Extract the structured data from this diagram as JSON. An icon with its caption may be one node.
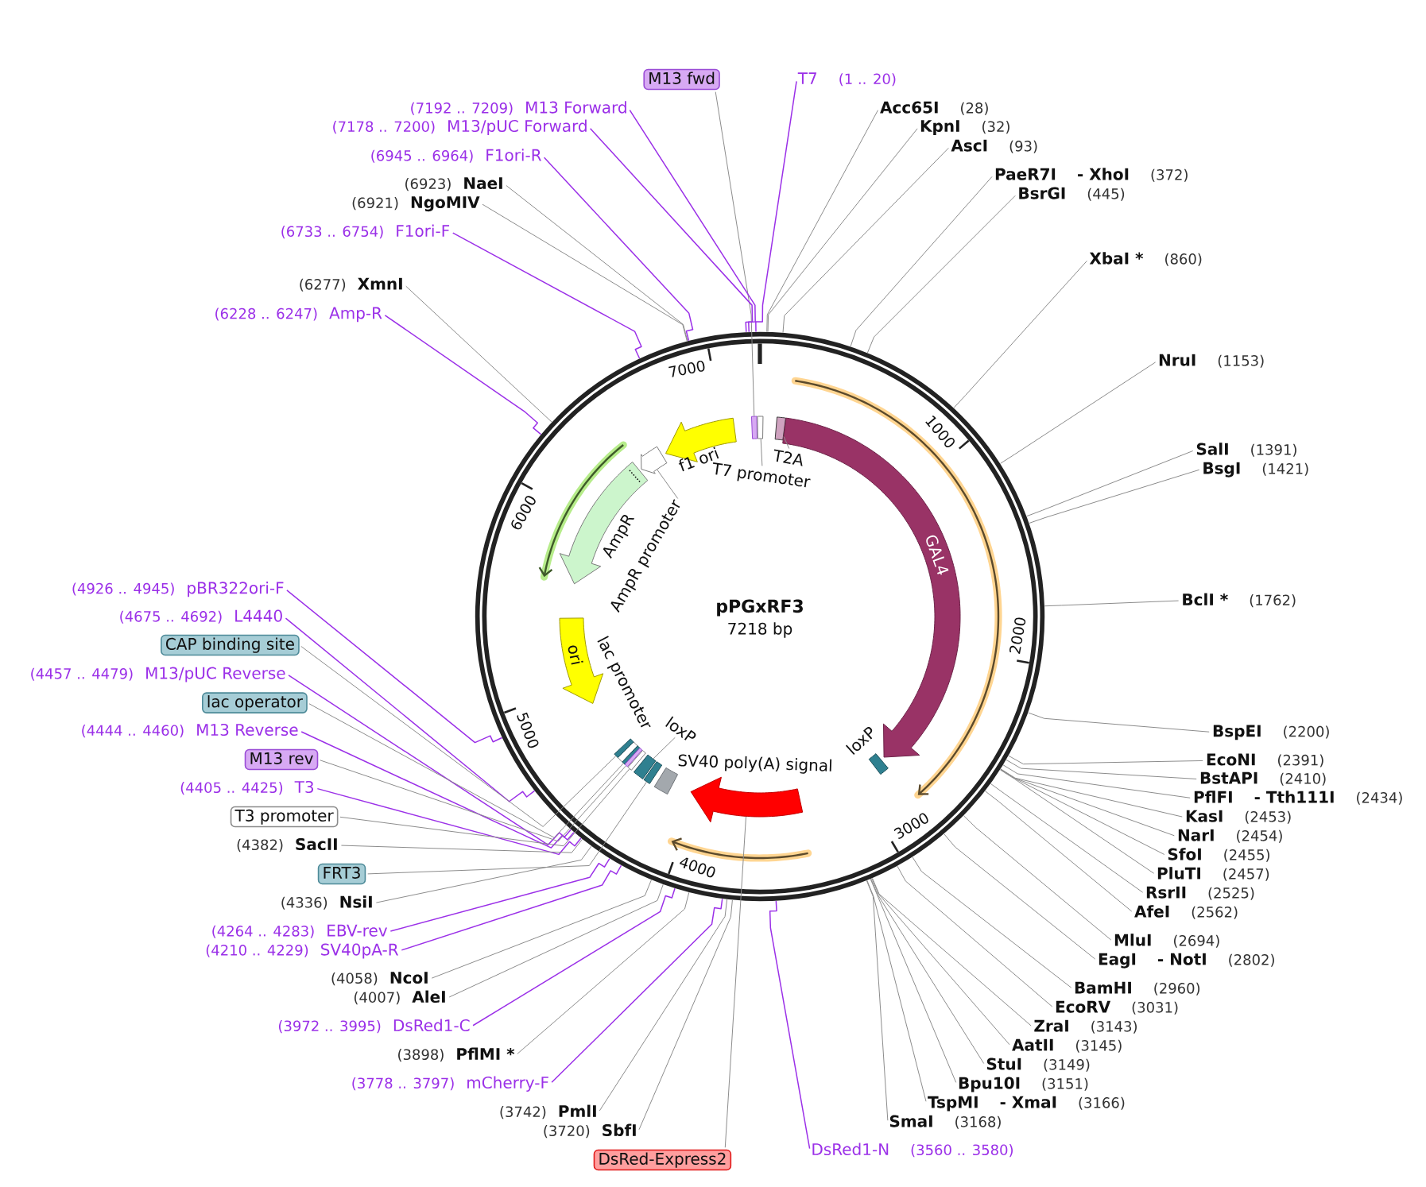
{
  "diagram": {
    "title": "pPGxRF3",
    "nodes": [
      {
        "text": [
          "M13 fwd"
        ]
      },
      {
        "text": [
          "T7",
          "(1 .. 20)"
        ]
      },
      {
        "text": [
          "(7192 .. 7209)",
          "M13 Forward"
        ]
      },
      {
        "text": [
          "(7178 .. 7200)",
          "M13/pUC Forward"
        ]
      },
      {
        "text": [
          "(6945 .. 6964)",
          "F1ori-R"
        ]
      },
      {
        "text": [
          "(6923)",
          "NaeI"
        ]
      },
      {
        "text": [
          "(6921)",
          "NgoMIV"
        ]
      },
      {
        "text": [
          "(6733 .. 6754)",
          "F1ori-F"
        ]
      },
      {
        "text": [
          "(6277)",
          "XmnI"
        ]
      },
      {
        "text": [
          "(6228 .. 6247)",
          "Amp-R"
        ]
      },
      {
        "text": [
          "Acc65I",
          "(28)"
        ]
      },
      {
        "text": [
          "KpnI",
          "(32)"
        ]
      },
      {
        "text": [
          "AscI",
          "(93)"
        ]
      },
      {
        "text": [
          "PaeR7I",
          "- XhoI",
          "(372)"
        ]
      },
      {
        "text": [
          "BsrGI",
          "(445)"
        ]
      },
      {
        "text": [
          "XbaI *",
          "(860)"
        ]
      },
      {
        "text": [
          "NruI",
          "(1153)"
        ]
      },
      {
        "text": [
          "SalI",
          "(1391)"
        ]
      },
      {
        "text": [
          "BsgI",
          "(1421)"
        ]
      },
      {
        "text": [
          "BclI *",
          "(1762)"
        ]
      },
      {
        "text": [
          "(4926 .. 4945)",
          "pBR322ori-F"
        ]
      },
      {
        "text": [
          "(4675 .. 4692)",
          "L4440"
        ]
      },
      {
        "text": [
          "CAP binding site"
        ]
      },
      {
        "text": [
          "(4457 .. 4479)",
          "M13/pUC Reverse"
        ]
      },
      {
        "text": [
          "lac operator"
        ]
      },
      {
        "text": [
          "(4444 .. 4460)",
          "M13 Reverse"
        ]
      },
      {
        "text": [
          "M13 rev"
        ]
      },
      {
        "text": [
          "(4405 .. 4425)",
          "T3"
        ]
      },
      {
        "text": [
          "T3 promoter"
        ]
      },
      {
        "text": [
          "(4382)",
          "SacII"
        ]
      },
      {
        "text": [
          "FRT3"
        ]
      },
      {
        "text": [
          "(4336)",
          "NsiI"
        ]
      },
      {
        "text": [
          "(4264 .. 4283)",
          "EBV-rev"
        ]
      },
      {
        "text": [
          "(4210 .. 4229)",
          "SV40pA-R"
        ]
      },
      {
        "text": [
          "(4058)",
          "NcoI"
        ]
      },
      {
        "text": [
          "(4007)",
          "AleI"
        ]
      },
      {
        "text": [
          "(3972 .. 3995)",
          "DsRed1-C"
        ]
      },
      {
        "text": [
          "(3898)",
          "PflMI *"
        ]
      },
      {
        "text": [
          "(3778 .. 3797)",
          "mCherry-F"
        ]
      },
      {
        "text": [
          "(3742)",
          "PmlI"
        ]
      },
      {
        "text": [
          "(3720)",
          "SbfI"
        ]
      },
      {
        "text": [
          "BspEI",
          "(2200)"
        ]
      },
      {
        "text": [
          "EcoNI",
          "(2391)"
        ]
      },
      {
        "text": [
          "BstAPI",
          "(2410)"
        ]
      },
      {
        "text": [
          "PflFI",
          "- Tth111I",
          "(2434)"
        ]
      },
      {
        "text": [
          "KasI",
          "(2453)"
        ]
      },
      {
        "text": [
          "NarI",
          "(2454)"
        ]
      },
      {
        "text": [
          "SfoI",
          "(2455)"
        ]
      },
      {
        "text": [
          "PluTI",
          "(2457)"
        ]
      },
      {
        "text": [
          "RsrII",
          "(2525)"
        ]
      },
      {
        "text": [
          "AfeI",
          "(2562)"
        ]
      },
      {
        "text": [
          "MluI",
          "(2694)"
        ]
      },
      {
        "text": [
          "EagI",
          "- NotI",
          "(2802)"
        ]
      },
      {
        "text": [
          "BamHI",
          "(2960)"
        ]
      },
      {
        "text": [
          "EcoRV",
          "(3031)"
        ]
      },
      {
        "text": [
          "ZraI",
          "(3143)"
        ]
      },
      {
        "text": [
          "AatII",
          "(3145)"
        ]
      },
      {
        "text": [
          "StuI",
          "(3149)"
        ]
      },
      {
        "text": [
          "Bpu10I",
          "(3151)"
        ]
      },
      {
        "text": [
          "TspMI",
          "- XmaI",
          "(3166)"
        ]
      },
      {
        "text": [
          "SmaI",
          "(3168)"
        ]
      },
      {
        "text": [
          "DsRed-Express2"
        ]
      },
      {
        "text": [
          "DsRed1-N",
          "(3560 .. 3580)"
        ]
      },
      {
        "text": [],
        "shape": "circle"
      },
      {
        "text": [],
        "shape": "arrow",
        "beside": [
          "f1 ori"
        ],
        "in": 63
      },
      {
        "text": [],
        "shape": "box",
        "in": 63
      },
      {
        "text": [],
        "shape": "box",
        "in": 63
      },
      {
        "text": [
          "T7 promoter"
        ],
        "in": 63
      },
      {
        "text": [],
        "shape": "box",
        "in": 63
      },
      {
        "text": [
          "T2A"
        ],
        "in": 63
      },
      {
        "text": [
          "GAL4"
        ],
        "in": 63
      },
      {
        "text": [],
        "shape": "arrow",
        "in": 63
      },
      {
        "text": [
          "AmpR promoter"
        ],
        "in": 63
      },
      {
        "text": [],
        "shape": "arrow",
        "beside": [
          "AmpR"
        ],
        "in": 63
      },
      {
        "text": [
          "ori"
        ],
        "in": 63
      },
      {
        "text": [],
        "shape": "box",
        "in": 63
      },
      {
        "text": [],
        "shape": "box",
        "in": 63
      },
      {
        "text": [],
        "shape": "box",
        "in": 63
      },
      {
        "text": [],
        "shape": "box",
        "in": 63
      },
      {
        "text": [],
        "shape": "box",
        "in": 63
      },
      {
        "text": [],
        "shape": "box",
        "in": 63
      },
      {
        "text": [
          "loxP"
        ],
        "in": 63
      },
      {
        "text": [],
        "shape": "box",
        "in": 63
      },
      {
        "text": [],
        "shape": "box",
        "beside": [
          "SV40 poly(A) signal"
        ],
        "in": 63
      },
      {
        "text": [],
        "shape": "arrow",
        "in": 63
      },
      {
        "text": [],
        "shape": "box",
        "beside": [
          "loxP"
        ],
        "in": 63
      }
    ],
    "edges": [
      {
        "from": 0,
        "to": 65,
        "arrow": "none"
      },
      {
        "from": 1,
        "to": 63,
        "arrow": "none",
        "color": "#9b30e8"
      },
      {
        "from": 2,
        "to": 63,
        "arrow": "none",
        "color": "#9b30e8"
      },
      {
        "from": 3,
        "to": 63,
        "arrow": "none",
        "color": "#9b30e8"
      },
      {
        "from": 4,
        "to": 63,
        "arrow": "none",
        "color": "#9b30e8"
      },
      {
        "from": 5,
        "to": 63,
        "arrow": "none"
      },
      {
        "from": 6,
        "to": 63,
        "arrow": "none"
      },
      {
        "from": 7,
        "to": 63,
        "arrow": "none",
        "color": "#9b30e8"
      },
      {
        "from": 8,
        "to": 63,
        "arrow": "none"
      },
      {
        "from": 9,
        "to": 63,
        "arrow": "none",
        "color": "#9b30e8"
      },
      {
        "from": 10,
        "to": 63,
        "arrow": "none"
      },
      {
        "from": 11,
        "to": 63,
        "arrow": "none"
      },
      {
        "from": 12,
        "to": 63,
        "arrow": "none"
      },
      {
        "from": 13,
        "to": 63,
        "arrow": "none"
      },
      {
        "from": 14,
        "to": 63,
        "arrow": "none"
      },
      {
        "from": 15,
        "to": 63,
        "arrow": "none"
      },
      {
        "from": 16,
        "to": 63,
        "arrow": "none"
      },
      {
        "from": 17,
        "to": 63,
        "arrow": "none"
      },
      {
        "from": 18,
        "to": 63,
        "arrow": "none"
      },
      {
        "from": 19,
        "to": 63,
        "arrow": "none"
      },
      {
        "from": 20,
        "to": 63,
        "arrow": "none",
        "color": "#9b30e8"
      },
      {
        "from": 21,
        "to": 63,
        "arrow": "none",
        "color": "#9b30e8"
      },
      {
        "from": 22,
        "to": 76,
        "arrow": "none"
      },
      {
        "from": 23,
        "to": 63,
        "arrow": "none",
        "color": "#9b30e8"
      },
      {
        "from": 24,
        "to": 77,
        "arrow": "none"
      },
      {
        "from": 25,
        "to": 63,
        "arrow": "none",
        "color": "#9b30e8"
      },
      {
        "from": 26,
        "to": 78,
        "arrow": "none"
      },
      {
        "from": 27,
        "to": 63,
        "arrow": "none",
        "color": "#9b30e8"
      },
      {
        "from": 28,
        "to": 79,
        "arrow": "none"
      },
      {
        "from": 29,
        "to": 63,
        "arrow": "none"
      },
      {
        "from": 30,
        "to": 82,
        "arrow": "none"
      },
      {
        "from": 31,
        "to": 63,
        "arrow": "none"
      },
      {
        "from": 32,
        "to": 63,
        "arrow": "none",
        "color": "#9b30e8"
      },
      {
        "from": 33,
        "to": 63,
        "arrow": "none",
        "color": "#9b30e8"
      },
      {
        "from": 34,
        "to": 63,
        "arrow": "none"
      },
      {
        "from": 35,
        "to": 63,
        "arrow": "none"
      },
      {
        "from": 36,
        "to": 63,
        "arrow": "none",
        "color": "#9b30e8"
      },
      {
        "from": 37,
        "to": 63,
        "arrow": "none"
      },
      {
        "from": 38,
        "to": 63,
        "arrow": "none",
        "color": "#9b30e8"
      },
      {
        "from": 39,
        "to": 63,
        "arrow": "none"
      },
      {
        "from": 40,
        "to": 63,
        "arrow": "none"
      },
      {
        "from": 41,
        "to": 63,
        "arrow": "none"
      },
      {
        "from": 42,
        "to": 63,
        "arrow": "none"
      },
      {
        "from": 43,
        "to": 63,
        "arrow": "none"
      },
      {
        "from": 44,
        "to": 63,
        "arrow": "none"
      },
      {
        "from": 45,
        "to": 63,
        "arrow": "none"
      },
      {
        "from": 46,
        "to": 63,
        "arrow": "none"
      },
      {
        "from": 47,
        "to": 63,
        "arrow": "none"
      },
      {
        "from": 48,
        "to": 63,
        "arrow": "none"
      },
      {
        "from": 49,
        "to": 63,
        "arrow": "none"
      },
      {
        "from": 50,
        "to": 63,
        "arrow": "none"
      },
      {
        "from": 51,
        "to": 63,
        "arrow": "none"
      },
      {
        "from": 52,
        "to": 63,
        "arrow": "none"
      },
      {
        "from": 53,
        "to": 63,
        "arrow": "none"
      },
      {
        "from": 54,
        "to": 63,
        "arrow": "none"
      },
      {
        "from": 55,
        "to": 63,
        "arrow": "none"
      },
      {
        "from": 56,
        "to": 63,
        "arrow": "none"
      },
      {
        "from": 57,
        "to": 63,
        "arrow": "none"
      },
      {
        "from": 58,
        "to": 63,
        "arrow": "none"
      },
      {
        "from": 59,
        "to": 63,
        "arrow": "none"
      },
      {
        "from": 60,
        "to": 63,
        "arrow": "none"
      },
      {
        "from": 61,
        "to": 84,
        "arrow": "none"
      },
      {
        "from": 62,
        "to": 63,
        "arrow": "none",
        "color": "#9b30e8"
      },
      {
        "from": 67,
        "to": 66,
        "arrow": "none"
      },
      {
        "from": 69,
        "to": 68,
        "arrow": "none"
      },
      {
        "from": 72,
        "to": 71,
        "arrow": "none"
      },
      {
        "from": 81,
        "to": 80,
        "arrow": "none"
      }
    ],
    "labels": [
      "7218 bp",
      "1000",
      "2000",
      "3000",
      "4000",
      "5000",
      "6000",
      "7000",
      "lac promoter"
    ]
  }
}
